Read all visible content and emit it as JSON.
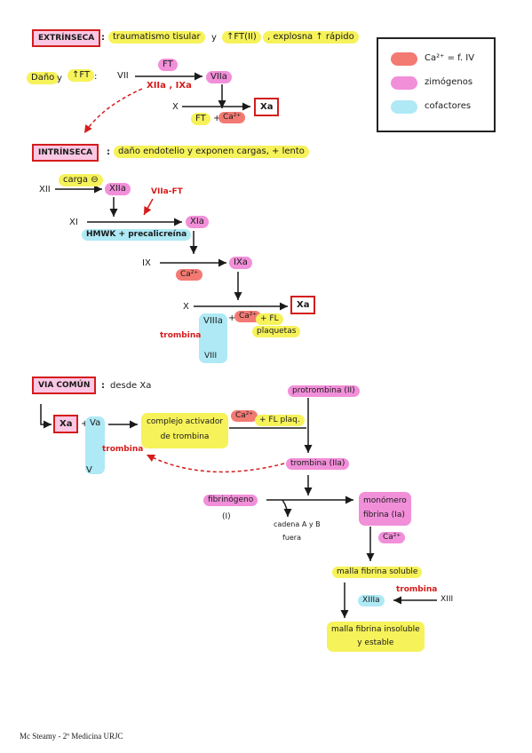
{
  "colors": {
    "yellow": "#f6f25a",
    "pink": "#f18fd9",
    "blue": "#aee9f5",
    "coral": "#f27a73",
    "red": "#d41c1c"
  },
  "extrinseca": {
    "title": "EXTRÍNSECA",
    "colon": ":",
    "desc": "traumatismo tisular",
    "desc2": "y",
    "desc3": "↑FT(II)",
    "desc4": ", explosna ↑ rápido",
    "dano": "Daño",
    "y": "y",
    "ft_up": "↑FT",
    "colon2": ":",
    "vii": "VII",
    "ft": "FT",
    "viia": "VIIa",
    "xiia_ixa": "XIIa , IXa",
    "x": "X",
    "ft2": "FT",
    "plus": "+",
    "ca": "Ca²⁺",
    "xa": "Xa"
  },
  "legend": {
    "items": [
      {
        "color": "coral",
        "label": "Ca²⁺ = f. IV"
      },
      {
        "color": "pink",
        "label": "zimógenos"
      },
      {
        "color": "blue",
        "label": "cofactores"
      }
    ]
  },
  "intrinseca": {
    "title": "INTRÍNSECA",
    "colon": ":",
    "desc": "daño endotelio y exponen cargas, + lento",
    "carga": "carga ⊖",
    "xii": "XII",
    "xiia": "XIIa",
    "viia_ft": "VIIa-FT",
    "xi": "XI",
    "xia": "XIa",
    "hmwk": "HMWK + precalicreína",
    "ix": "IX",
    "ixa": "IXa",
    "ca": "Ca²⁺",
    "x": "X",
    "viiia": "VIIIa",
    "plus": "+",
    "ca2": "Ca²⁺",
    "fl": "+ FL",
    "plaquetas": "plaquetas",
    "xa": "Xa",
    "trombina": "trombina",
    "viii": "VIII"
  },
  "comun": {
    "title": "VIA COMÚN",
    "colon": ":",
    "desc": "desde Xa",
    "xa": "Xa",
    "plus": "+",
    "va": "Va",
    "trombina": "trombina",
    "v": "V",
    "complejo1": "complejo activador",
    "complejo2": "de trombina",
    "ca": "Ca²⁺",
    "fl": "+ FL plaq.",
    "protrombina": "protrombina (II)",
    "trombina_iia": "trombina (IIa)",
    "fibrinogeno": "fibrinógeno",
    "fib_i": "(I)",
    "cadena1": "cadena A y B",
    "cadena2": "fuera",
    "monomero1": "monómero",
    "monomero2": "fibrina (Ia)",
    "ca2": "Ca²⁺",
    "malla_soluble": "malla fibrina soluble",
    "trombina2": "trombina",
    "xiiia": "XIIIa",
    "xiii": "XIII",
    "malla_insoluble1": "malla fibrina insoluble",
    "malla_insoluble2": "y estable"
  },
  "footer": "Mc Steamy - 2º Medicina URJC"
}
